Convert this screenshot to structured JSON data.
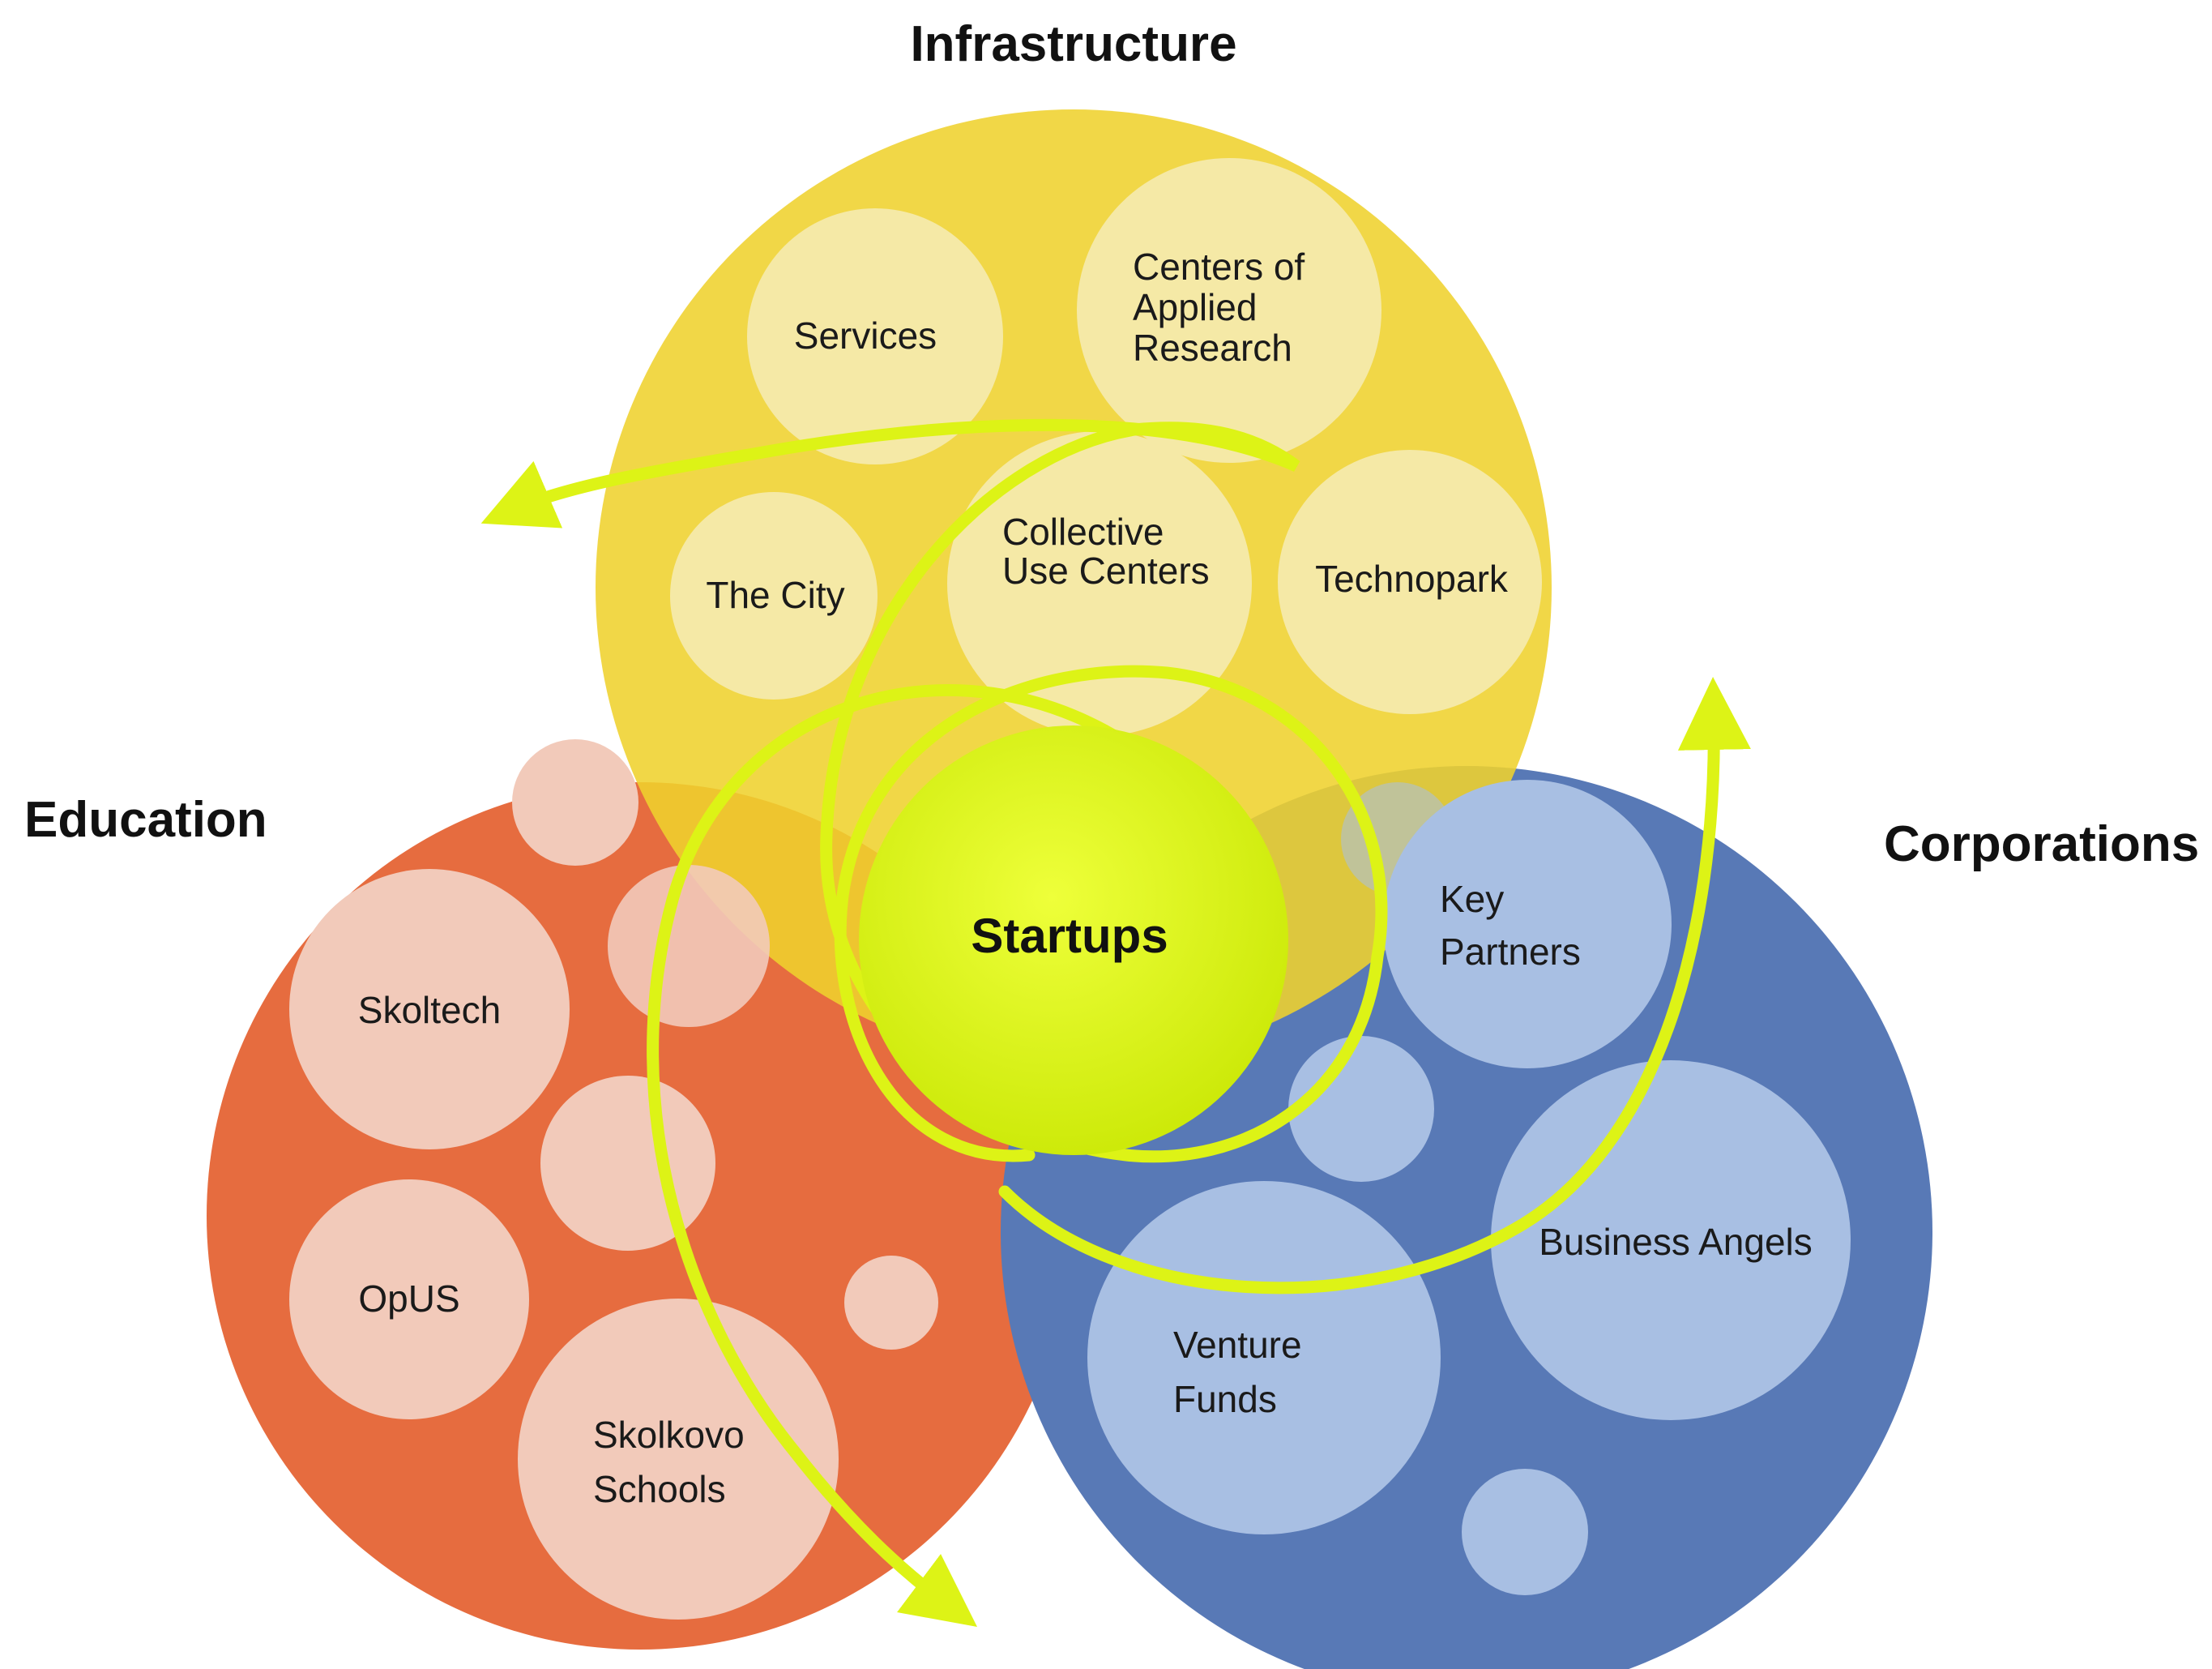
{
  "groups": {
    "infrastructure": {
      "title": "Infrastructure",
      "color": "#EFD12E"
    },
    "education": {
      "title": "Education",
      "color": "#E66C3F"
    },
    "corporations": {
      "title": "Corporations",
      "color": "#5879B6"
    }
  },
  "center": {
    "label": "Startups",
    "color": "#DDF316"
  },
  "infrastructure_items": {
    "services": "Services",
    "centers_applied_research": [
      "Centers of",
      "Applied",
      "Research"
    ],
    "the_city": "The City",
    "collective_use_centers": [
      "Collective",
      "Use Centers"
    ],
    "technopark": "Technopark"
  },
  "education_items": {
    "skoltech": "Skoltech",
    "opus": "OpUS",
    "skolkovo_schools": [
      "Skolkovo",
      "Schools"
    ]
  },
  "corporation_items": {
    "key_partners": [
      "Key",
      "Partners"
    ],
    "business_angels": "Business Angels",
    "venture_funds": [
      "Venture",
      "Funds"
    ]
  },
  "colors": {
    "infrastructure_bubble": "#F5E9A6",
    "education_bubble": "#F2CABA",
    "corporation_bubble": "#A8BFE3",
    "spiral_arrow": "#DDF316"
  }
}
